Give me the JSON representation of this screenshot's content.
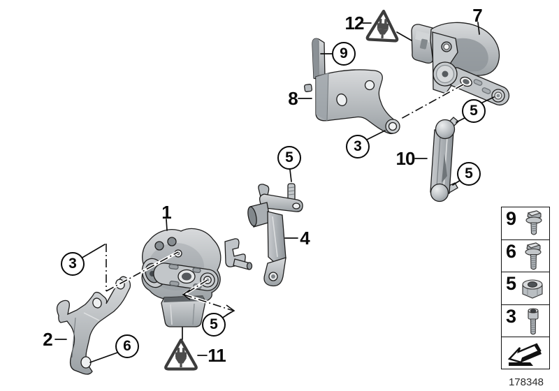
{
  "diagram": {
    "type": "parts-exploded-diagram",
    "drawing_number": "178348",
    "background_color": "#ffffff",
    "line_color": "#111111",
    "part_fill_light": "#d7d9db",
    "part_fill_mid": "#b3b8bc",
    "part_fill_dark": "#878d92"
  },
  "callouts": {
    "plain": [
      {
        "label": "12"
      },
      {
        "label": "7"
      },
      {
        "label": "8"
      },
      {
        "label": "10"
      },
      {
        "label": "1"
      },
      {
        "label": "4"
      },
      {
        "label": "2"
      },
      {
        "label": "11"
      }
    ],
    "circled": [
      {
        "label": "9"
      },
      {
        "label": "5"
      },
      {
        "label": "3"
      },
      {
        "label": "5"
      },
      {
        "label": "5"
      },
      {
        "label": "3"
      },
      {
        "label": "5"
      },
      {
        "label": "6"
      }
    ]
  },
  "warning_icons": [
    {
      "at_callout": "12",
      "icon": "plug-warning-triangle-icon"
    },
    {
      "at_callout": "11",
      "icon": "plug-warning-triangle-icon"
    }
  ],
  "legend": {
    "rows": [
      {
        "label": "9",
        "icon": "flange-bolt-icon"
      },
      {
        "label": "6",
        "icon": "flange-bolt-long-icon"
      },
      {
        "label": "5",
        "icon": "hex-nut-icon"
      },
      {
        "label": "3",
        "icon": "socket-head-screw-icon"
      }
    ],
    "footer_icon": "direction-arrow-icon"
  }
}
